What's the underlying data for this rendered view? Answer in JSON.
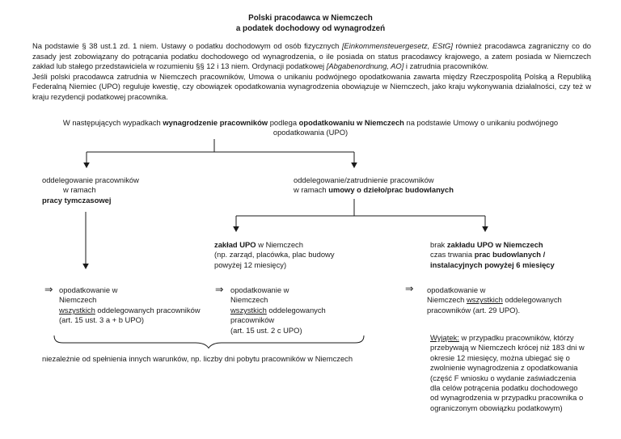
{
  "title": {
    "line1": "Polski pracodawca w Niemczech",
    "line2": "a podatek dochodowy od wynagrodzeń"
  },
  "intro": {
    "p1": [
      "Na podstawie § 38 ust.1 zd. 1 niem. Ustawy o podatku dochodowym od osób fizycznych ",
      "[Einkommensteuergesetz, EStG]",
      " również pracodawca zagraniczny co do zasady jest zobowiązany do potrącania podatku dochodowego od wynagrodzenia, o ile posiada on status pracodawcy krajowego, a zatem posiada w Niemczech zakład lub stałego przedstawiciela w rozumieniu §§ 12 i 13 niem. Ordynacji podatkowej ",
      "[Abgabenordnung, AO]",
      " i zatrudnia pracowników."
    ],
    "p2": "Jeśli polski pracodawca zatrudnia w Niemczech pracowników, Umowa o unikaniu podwójnego opodatkowania zawarta między Rzeczpospolitą Polską a Republiką Federalną Niemiec (UPO) reguluje kwestię, czy obowiązek opodatkowania wynagrodzenia obowiązuje w Niemczech, jako kraju wykonywania działalności, czy też w kraju rezydencji podatkowej pracownika."
  },
  "lead": {
    "seg1": "W następujących wypadkach ",
    "seg2_bold": "wynagrodzenie pracowników",
    "seg3": " podlega ",
    "seg4_bold": "opodatkowaniu w Niemczech",
    "seg5": " na podstawie Umowy o unikaniu podwójnego",
    "line2": "opodatkowania (UPO)"
  },
  "nodes": {
    "temp_work": {
      "line1": "oddelegowanie pracowników",
      "line2": "w ramach",
      "line3_bold": "pracy tymczasowej"
    },
    "contract": {
      "line1": "oddelegowanie/zatrudnienie pracowników",
      "line2_pre": "w ramach ",
      "line2_bold": "umowy o dzieło/prac budowlanych"
    },
    "establishment": {
      "line1_bold": "zakład UPO",
      "line1_rest": " w Niemczech",
      "line2": "(np. zarząd, placówka, plac budowy",
      "line3": "powyżej 12 miesięcy)"
    },
    "no_establishment": {
      "line1_pre": "brak ",
      "line1_bold": "zakładu UPO w Niemczech",
      "line2_pre": "czas trwania ",
      "line2_bold": "prac budowlanych /",
      "line3_bold": "instalacyjnych powyżej 6 miesięcy"
    }
  },
  "results": {
    "arrow_glyph": "⇒",
    "left": {
      "l1": "opodatkowanie w",
      "l2": "Niemczech",
      "l3_u": "wszystkich",
      "l3_rest": " oddelegowanych pracowników",
      "l4": "(art. 15 ust. 3 a + b UPO)"
    },
    "middle": {
      "l1": "opodatkowanie w",
      "l2": "Niemczech",
      "l3_u": "wszystkich",
      "l3_rest": " oddelegowanych",
      "l4": "pracowników",
      "l5": "(art. 15 ust. 2 c UPO)"
    },
    "right": {
      "l1": "opodatkowanie w",
      "l2_pre": "Niemczech ",
      "l2_u": "wszystkich",
      "l2_rest": " oddelegowanych",
      "l3": "pracowników (art. 29 UPO)."
    }
  },
  "note": "niezależnie od spełnienia innych warunków, np. liczby dni pobytu pracowników w Niemczech",
  "exception": {
    "label_u": "Wyjątek:",
    "line1_rest": " w przypadku pracowników, którzy",
    "lines": [
      "przebywają w Niemczech krócej niż 183 dni w",
      "okresie 12 miesięcy, można ubiegać się o",
      "zwolnienie wynagrodzenia z opodatkowania",
      "(część F wniosku o wydanie zaświadczenia",
      "dla celów potrącenia podatku dochodowego",
      "od wynagrodzenia w przypadku pracownika o",
      "ograniczonym obowiązku podatkowym)"
    ]
  },
  "colors": {
    "text": "#1a1a1a",
    "line": "#1a1a1a",
    "background": "#ffffff"
  }
}
